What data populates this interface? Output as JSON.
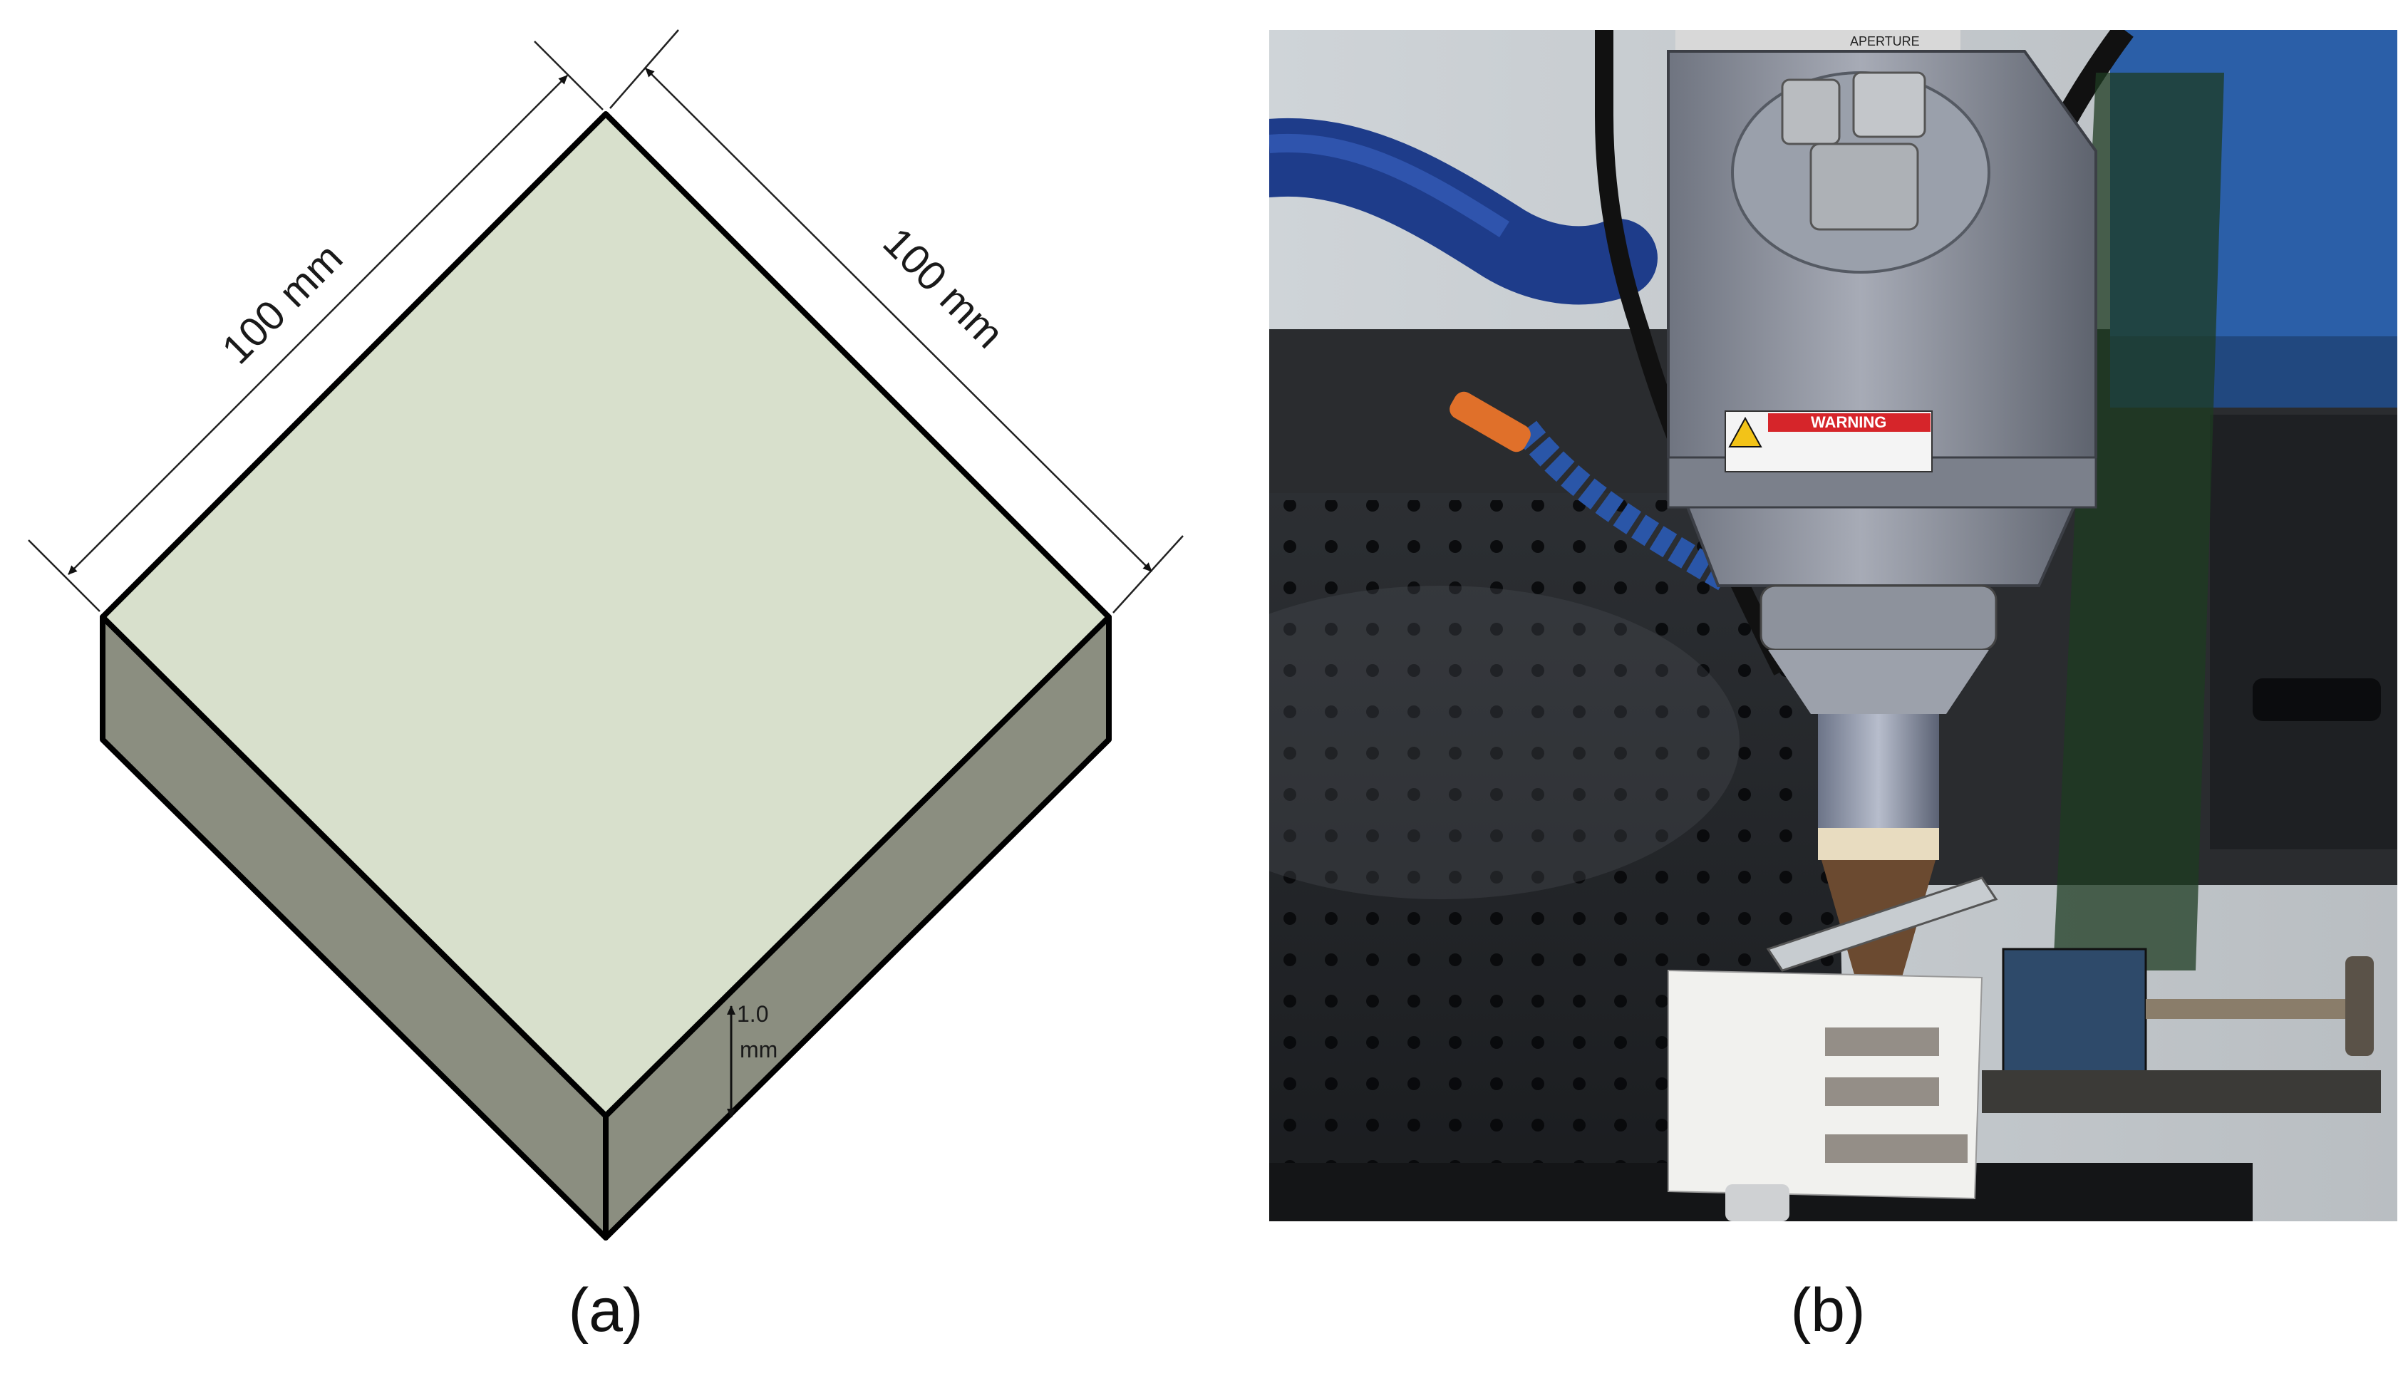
{
  "panel_a": {
    "caption": "(a)",
    "dim_top_left": "100 mm",
    "dim_top_right": "100 mm",
    "dim_thickness_value": "1.0",
    "dim_thickness_unit": "mm",
    "colors": {
      "top_face": "#d8e0cc",
      "side_face": "#8b8e80",
      "outline": "#000000"
    }
  },
  "panel_b": {
    "caption": "(b)",
    "label_warning": "WARNING",
    "label_aperture": "APERTURE"
  }
}
